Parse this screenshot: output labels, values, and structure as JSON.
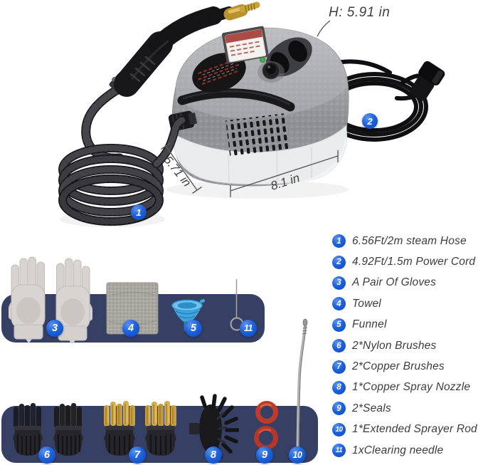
{
  "dimensions": {
    "height_label": "H: 5.91 in",
    "depth_label": "5.71 in",
    "width_label": "8.1 in"
  },
  "parts_list": {
    "items": [
      {
        "num": "1",
        "label": "6.56Ft/2m steam Hose"
      },
      {
        "num": "2",
        "label": "4.92Ft/1.5m Power Cord"
      },
      {
        "num": "3",
        "label": "A Pair Of Gloves"
      },
      {
        "num": "4",
        "label": "Towel"
      },
      {
        "num": "5",
        "label": "Funnel"
      },
      {
        "num": "6",
        "label": "2*Nylon Brushes"
      },
      {
        "num": "7",
        "label": "2*Copper Brushes"
      },
      {
        "num": "8",
        "label": "1*Copper Spray Nozzle"
      },
      {
        "num": "9",
        "label": "2*Seals"
      },
      {
        "num": "10",
        "label": "1*Extended Sprayer Rod"
      },
      {
        "num": "11",
        "label": "1xClearing needle"
      }
    ]
  },
  "colors": {
    "badge_blue": "#1e62da",
    "panel_navy": "#364064",
    "annotation_text": "#3f3f3f",
    "seal_red": "#c03a28",
    "funnel_blue": "#42a6e0",
    "brass": "#c9a145",
    "background": "#ffffff"
  }
}
